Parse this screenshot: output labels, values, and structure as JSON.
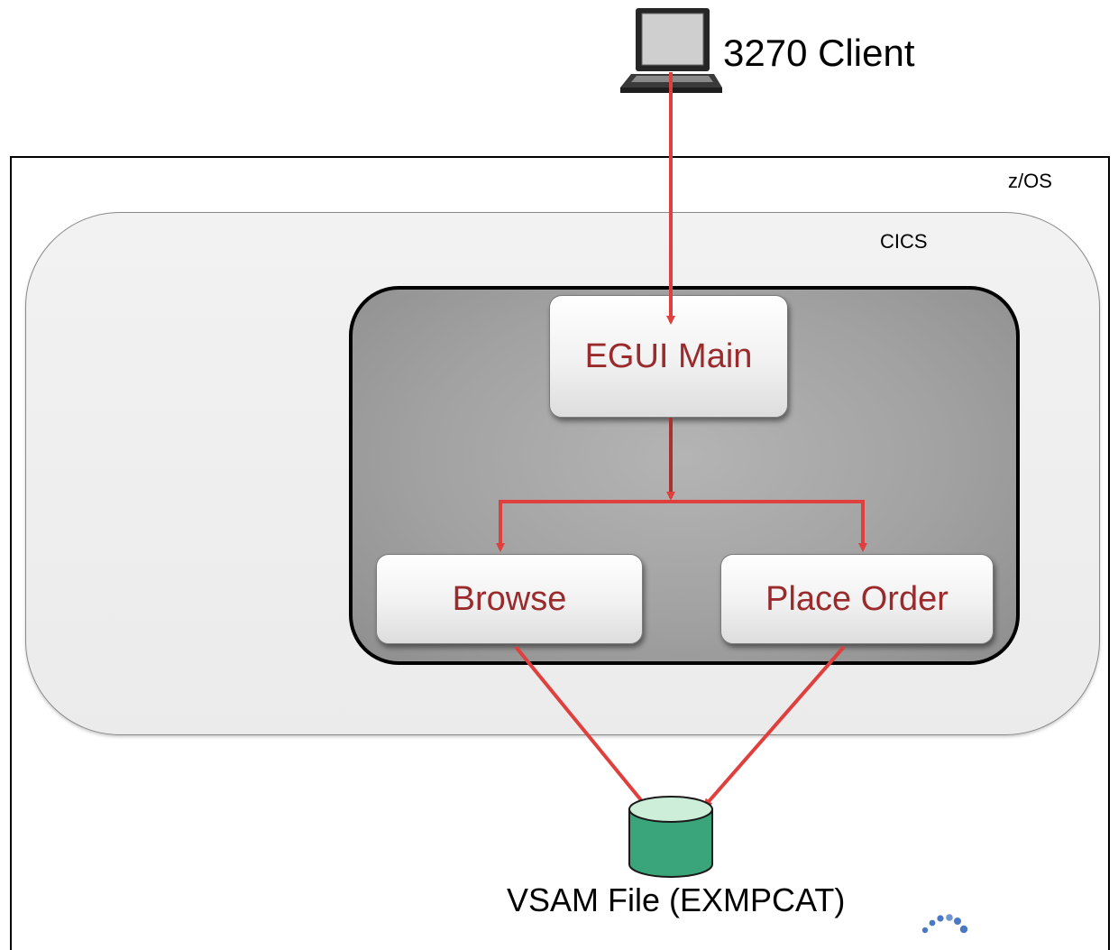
{
  "diagram": {
    "client_label": "3270 Client",
    "zos_label": "z/OS",
    "cics_label": "CICS",
    "programs": {
      "main": "EGUI Main",
      "browse": "Browse",
      "order": "Place Order"
    },
    "file_label": "VSAM File (EXMPCAT)"
  },
  "colors": {
    "arrow": "#e0403d",
    "program_text": "#9a2a2c",
    "file_fill": "#3aa57a",
    "file_top": "#cdeed9",
    "app_container": "#a2a2a2",
    "cics_container": "#efefef"
  },
  "icons": {
    "client": "laptop-icon",
    "file": "database-cylinder-icon",
    "corner": "loading-dots-icon"
  }
}
